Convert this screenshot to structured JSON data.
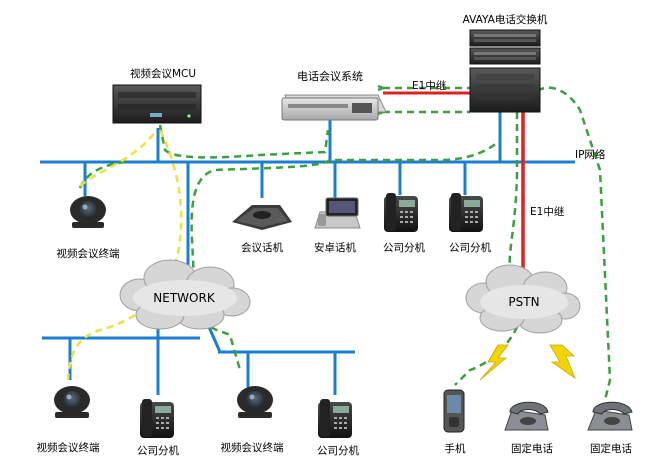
{
  "nodes": {
    "mcu": "视频会议MCU",
    "conf_system": "电话会议系统",
    "avaya": "AVAYA电话交换机",
    "e1_top": "E1中继",
    "e1_mid": "E1中继",
    "ip_network": "IP网络",
    "video_terminal_top": "视频会议终端",
    "conf_phone": "会议话机",
    "android_phone": "安卓话机",
    "ext_1": "公司分机",
    "ext_2": "公司分机",
    "network_cloud": "NETWORK",
    "pstn_cloud": "PSTN",
    "video_terminal_bl": "视频会议终端",
    "ext_bl": "公司分机",
    "video_terminal_bm": "视频会议终端",
    "ext_bm": "公司分机",
    "mobile": "手机",
    "landline_1": "固定电话",
    "landline_2": "固定电话"
  },
  "colors": {
    "network_line": "#1a7fd0",
    "green_dash": "#3aa13a",
    "yellow_dash": "#f2e040",
    "red_line": "#e02020",
    "cloud": "#cccccc",
    "lightning": "#f2d400"
  }
}
